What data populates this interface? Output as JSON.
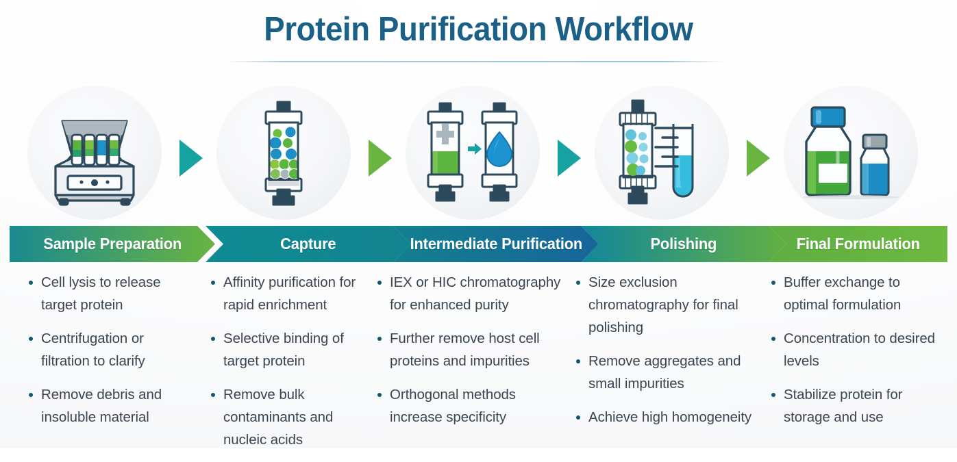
{
  "title": "Protein Purification Workflow",
  "accents": {
    "title_color": "#1a6087",
    "teal": "#17a2a2",
    "green": "#6ab441",
    "bullet_dot": "#14566b",
    "body_text": "#3a4550",
    "band_text": "#ffffff"
  },
  "stages": [
    {
      "label": "Sample Preparation",
      "icon": "centrifuge-icon",
      "band_from": "#1b8a8f",
      "band_to": "#6ab441",
      "arrow_after": "teal",
      "bullets": [
        "Cell lysis to release target protein",
        "Centrifugation or filtration to clarify",
        "Remove debris and insoluble material"
      ]
    },
    {
      "label": "Capture",
      "icon": "chromatography-column-beads-icon",
      "band_from": "#0f8b92",
      "band_to": "#12848f",
      "arrow_after": "green",
      "bullets": [
        "Affinity purification for rapid enrichment",
        "Selective binding of target protein",
        "Remove bulk contaminants and nucleic acids"
      ]
    },
    {
      "label": "Intermediate Purification",
      "icon": "two-columns-exchange-icon",
      "band_from": "#14808f",
      "band_to": "#17659a",
      "arrow_after": "teal",
      "bullets": [
        "IEX or HIC chromatography for enhanced purity",
        "Further remove host cell proteins and impurities",
        "Orthogonal methods increase specificity"
      ]
    },
    {
      "label": "Polishing",
      "icon": "sec-column-cylinder-icon",
      "band_from": "#12879b",
      "band_to": "#63b043",
      "arrow_after": "green",
      "bullets": [
        "Size exclusion chromatography for final polishing",
        "Remove aggregates and small impurities",
        "Achieve high homogeneity"
      ]
    },
    {
      "label": "Final Formulation",
      "icon": "bottle-and-vial-icon",
      "band_from": "#5fae44",
      "band_to": "#6cb840",
      "arrow_after": null,
      "bullets": [
        "Buffer exchange to optimal formulation",
        "Concentration to desired levels",
        "Stabilize protein for storage and use"
      ]
    }
  ]
}
